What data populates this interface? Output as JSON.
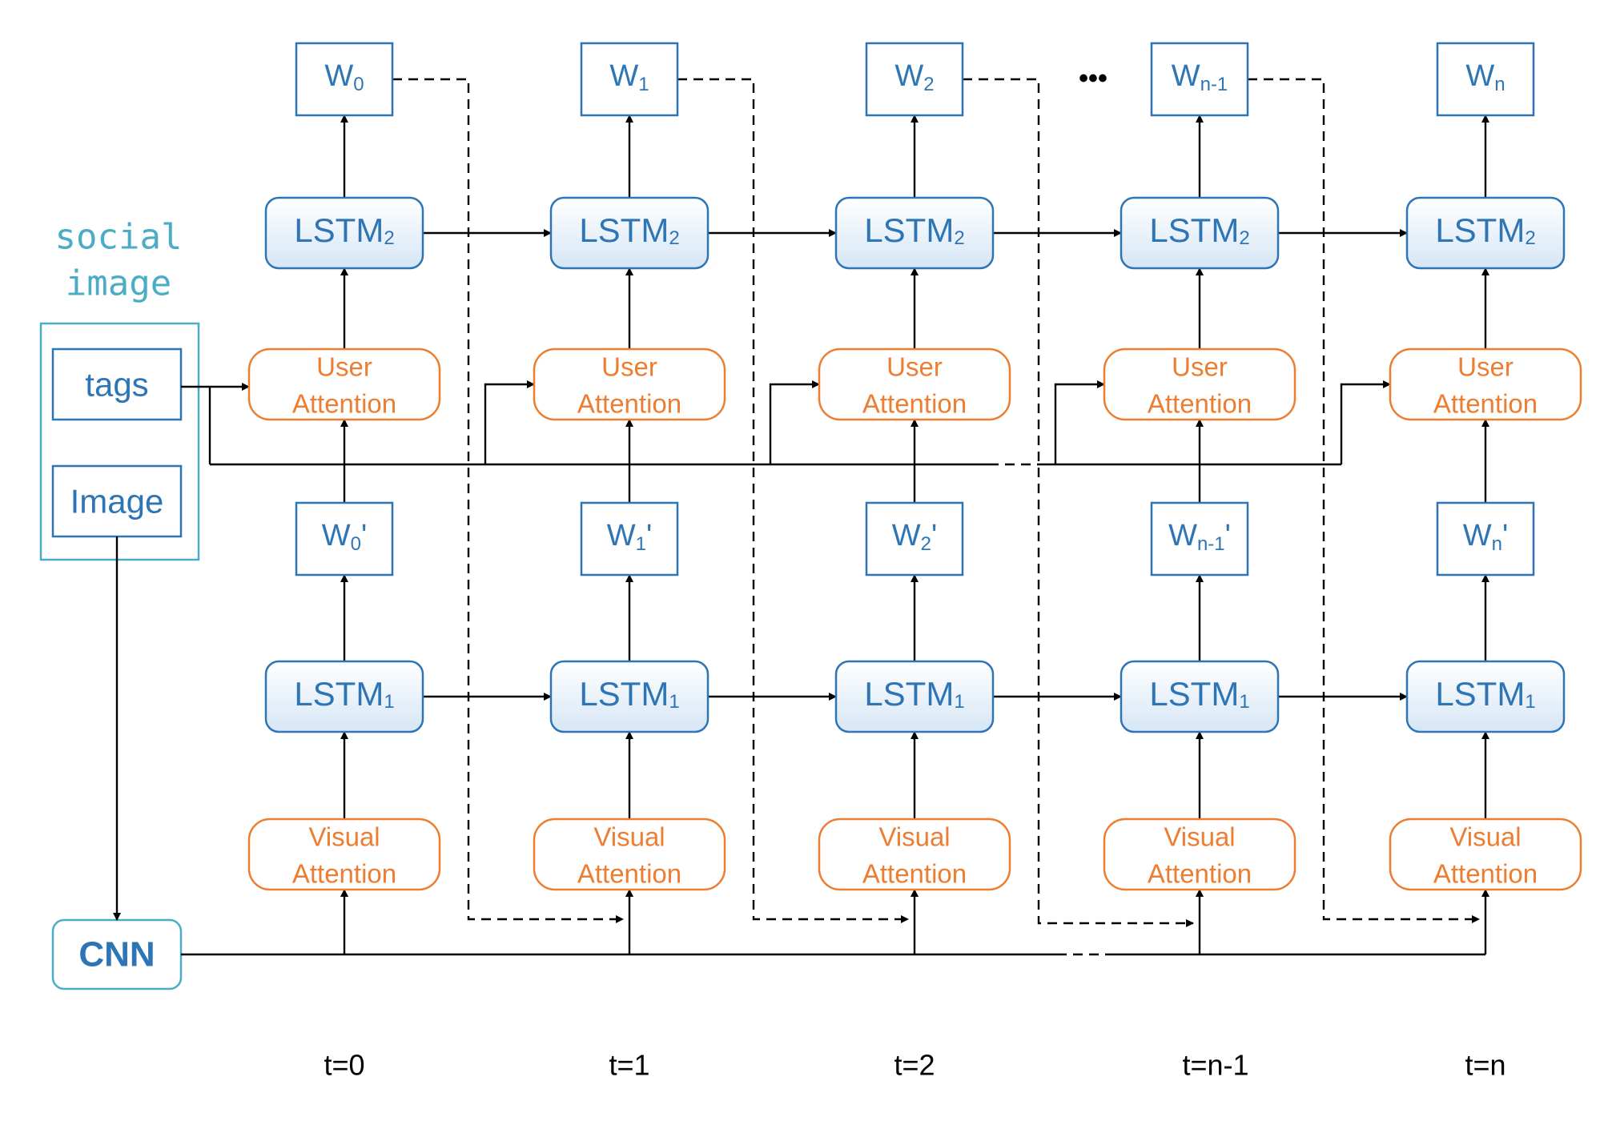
{
  "social_image": {
    "label_line1": "social",
    "label_line2": "image",
    "tags": "tags",
    "image": "Image",
    "cnn": "CNN"
  },
  "ellipsis": "•••",
  "columns": [
    {
      "w_base": "W",
      "w_sub": "0",
      "wp_base": "W",
      "wp_sub": "0",
      "wp_prime": "'",
      "lstm2_base": "LSTM",
      "lstm2_sub": "2",
      "lstm1_base": "LSTM",
      "lstm1_sub": "1",
      "ua_line1": "User",
      "ua_line2": "Attention",
      "va_line1": "Visual",
      "va_line2": "Attention",
      "time": "t=0"
    },
    {
      "w_base": "W",
      "w_sub": "1",
      "wp_base": "W",
      "wp_sub": "1",
      "wp_prime": "'",
      "lstm2_base": "LSTM",
      "lstm2_sub": "2",
      "lstm1_base": "LSTM",
      "lstm1_sub": "1",
      "ua_line1": "User",
      "ua_line2": "Attention",
      "va_line1": "Visual",
      "va_line2": "Attention",
      "time": "t=1"
    },
    {
      "w_base": "W",
      "w_sub": "2",
      "wp_base": "W",
      "wp_sub": "2",
      "wp_prime": "'",
      "lstm2_base": "LSTM",
      "lstm2_sub": "2",
      "lstm1_base": "LSTM",
      "lstm1_sub": "1",
      "ua_line1": "User",
      "ua_line2": "Attention",
      "va_line1": "Visual",
      "va_line2": "Attention",
      "time": "t=2"
    },
    {
      "w_base": "W",
      "w_sub": "n-1",
      "wp_base": "W",
      "wp_sub": "n-1",
      "wp_prime": "'",
      "lstm2_base": "LSTM",
      "lstm2_sub": "2",
      "lstm1_base": "LSTM",
      "lstm1_sub": "1",
      "ua_line1": "User",
      "ua_line2": "Attention",
      "va_line1": "Visual",
      "va_line2": "Attention",
      "time": "t=n-1"
    },
    {
      "w_base": "W",
      "w_sub": "n",
      "wp_base": "W",
      "wp_sub": "n",
      "wp_prime": "'",
      "lstm2_base": "LSTM",
      "lstm2_sub": "2",
      "lstm1_base": "LSTM",
      "lstm1_sub": "1",
      "ua_line1": "User",
      "ua_line2": "Attention",
      "va_line1": "Visual",
      "va_line2": "Attention",
      "time": "t=n"
    }
  ],
  "colors": {
    "blue_stroke": "#2e75b6",
    "blue_fill": "#ddeaf7",
    "orange": "#ed7d31",
    "teal": "#4bacc6",
    "black": "#000000"
  }
}
